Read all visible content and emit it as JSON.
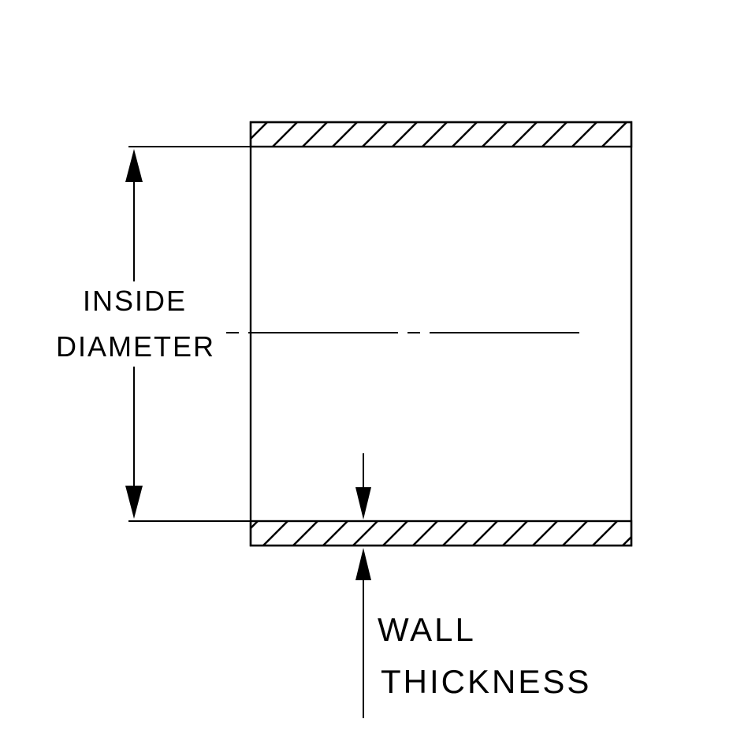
{
  "canvas": {
    "background_color": "#ffffff",
    "line_color": "#000000"
  },
  "diagram": {
    "labels": {
      "inside_diameter": {
        "line1": "INSIDE",
        "line2": "DIAMETER"
      },
      "wall_thickness": {
        "line1": "WALL",
        "line2": "THICKNESS"
      }
    }
  }
}
